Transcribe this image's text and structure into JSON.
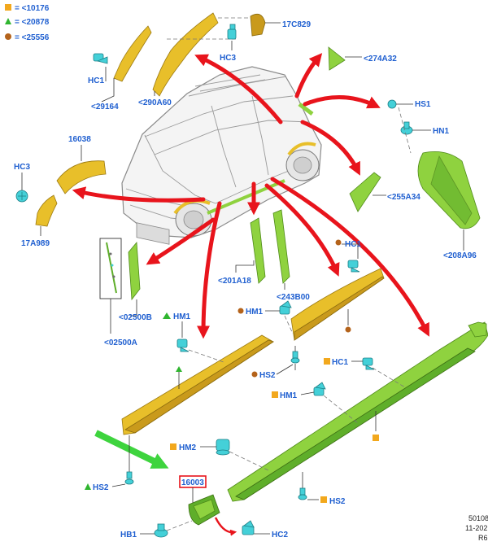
{
  "legend": [
    {
      "symbol": "square",
      "color": "#f2a81d",
      "text": "= <10176"
    },
    {
      "symbol": "triangle",
      "color": "#2fb52f",
      "text": "= <20878"
    },
    {
      "symbol": "circle",
      "color": "#b4631b",
      "text": "= <25556"
    }
  ],
  "labels": {
    "c17C829": "17C829",
    "hc3_top": "HC3",
    "c274A32": "<274A32",
    "hc1_left": "HC1",
    "c290A60": "<290A60",
    "c29164": "<29164",
    "hs1": "HS1",
    "hn1": "HN1",
    "c16038": "16038",
    "hc3_left": "HC3",
    "c17A989": "17A989",
    "c255A34": "<255A34",
    "c208A96": "<208A96",
    "hc1_mid": "HC1",
    "c201A18": "<201A18",
    "c243B00": "<243B00",
    "c02500B": "<02500B",
    "c02500A": "<02500A",
    "hm1_left": "HM1",
    "hm1_mid": "HM1",
    "hs2_mid": "HS2",
    "hc1_low": "HC1",
    "hm1_low": "HM1",
    "hm2": "HM2",
    "hs2_left": "HS2",
    "c16003": "16003",
    "hs2_right": "HS2",
    "hb1": "HB1",
    "hc2": "HC2"
  },
  "footer": {
    "code": "50108",
    "date": "11-202",
    "rev": "R6"
  }
}
